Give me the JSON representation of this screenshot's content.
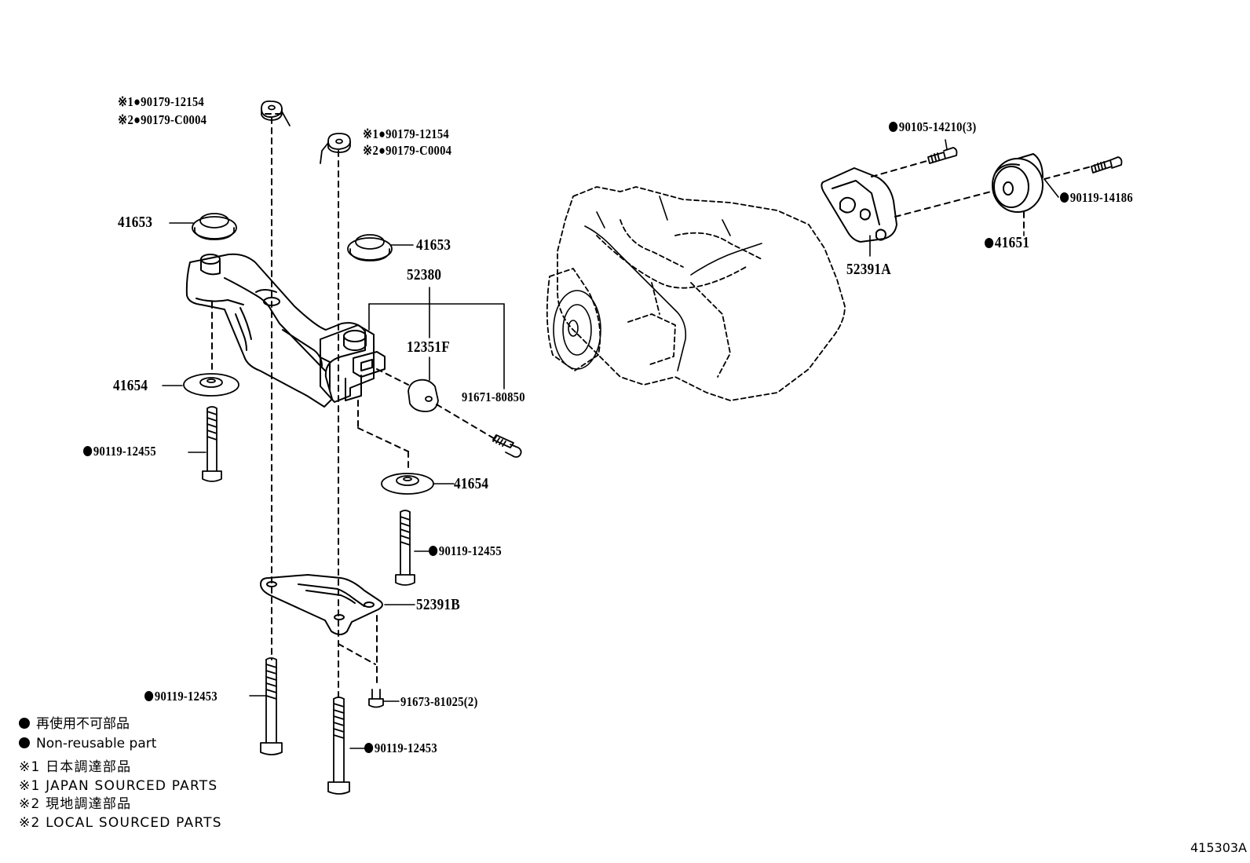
{
  "labels": {
    "upper_left_a1": "※1●90179-12154",
    "upper_left_a2": "※2●90179-C0004",
    "upper_mid_b1": "※1●90179-12154",
    "upper_mid_b2": "※2●90179-C0004",
    "p41653_left": "41653",
    "p41653_right": "41653",
    "p52380": "52380",
    "p12351f": "12351F",
    "p91671": "91671-80850",
    "p41654_left": "41654",
    "p41654_right": "41654",
    "p90119_12455_left": "●90119-12455",
    "p90119_12455_right": "●90119-12455",
    "p52391b": "52391B",
    "p90119_12453_left": "●90119-12453",
    "p91673": "91673-81025(2)",
    "p90119_12453_right": "●90119-12453",
    "p90105": "●90105-14210(3)",
    "p90119_14186": "●90119-14186",
    "p41651": "●41651",
    "p52391a": "52391A"
  },
  "legend": {
    "jp_nonreusable": "再使用不可部品",
    "en_nonreusable": "Non-reusable part",
    "jp_japan": "※1 日本調達部品",
    "en_japan": "※1 JAPAN SOURCED PARTS",
    "jp_local": "※2 現地調達部品",
    "en_local": "※2 LOCAL SOURCED PARTS"
  },
  "diagram_code": "415303A"
}
